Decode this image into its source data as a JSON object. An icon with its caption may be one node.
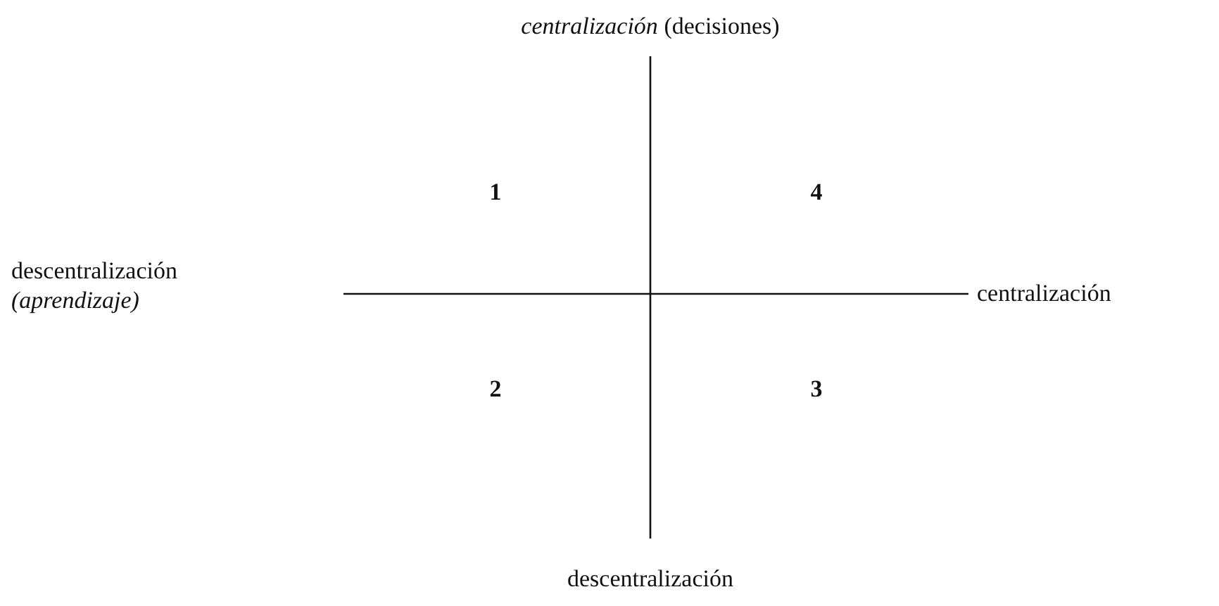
{
  "diagram": {
    "labels": [
      "*centralización* (decisiones)",
      "1",
      "4",
      "descentralización",
      "(aprendizaje)",
      "centralización",
      "2",
      "3",
      "descentralización"
    ]
  }
}
